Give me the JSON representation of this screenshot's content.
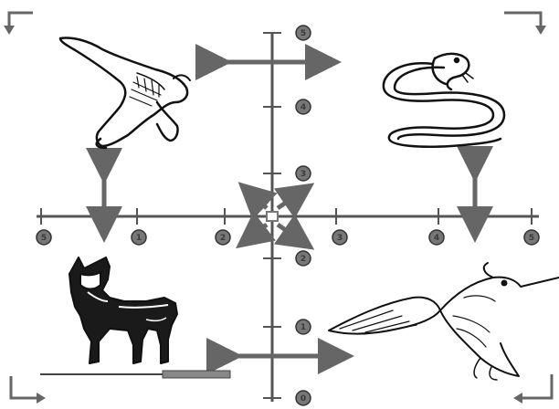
{
  "diagram": {
    "quadrants": {
      "top_left": {
        "animal": "alligator"
      },
      "top_right": {
        "animal": "snake"
      },
      "bottom_left": {
        "animal": "dog"
      },
      "bottom_right": {
        "animal": "hummingbird"
      }
    },
    "horizontal_axis_markers": [
      "5",
      "1",
      "2",
      "3",
      "4",
      "5"
    ],
    "vertical_axis_markers_top": [
      "5",
      "4",
      "3"
    ],
    "vertical_axis_markers_bottom": [
      "2",
      "1",
      "0"
    ],
    "colors": {
      "line": "#555555",
      "arrow": "#666666",
      "marker_fill": "#777777",
      "marker_stroke": "#333333",
      "drawing": "#111111"
    }
  }
}
